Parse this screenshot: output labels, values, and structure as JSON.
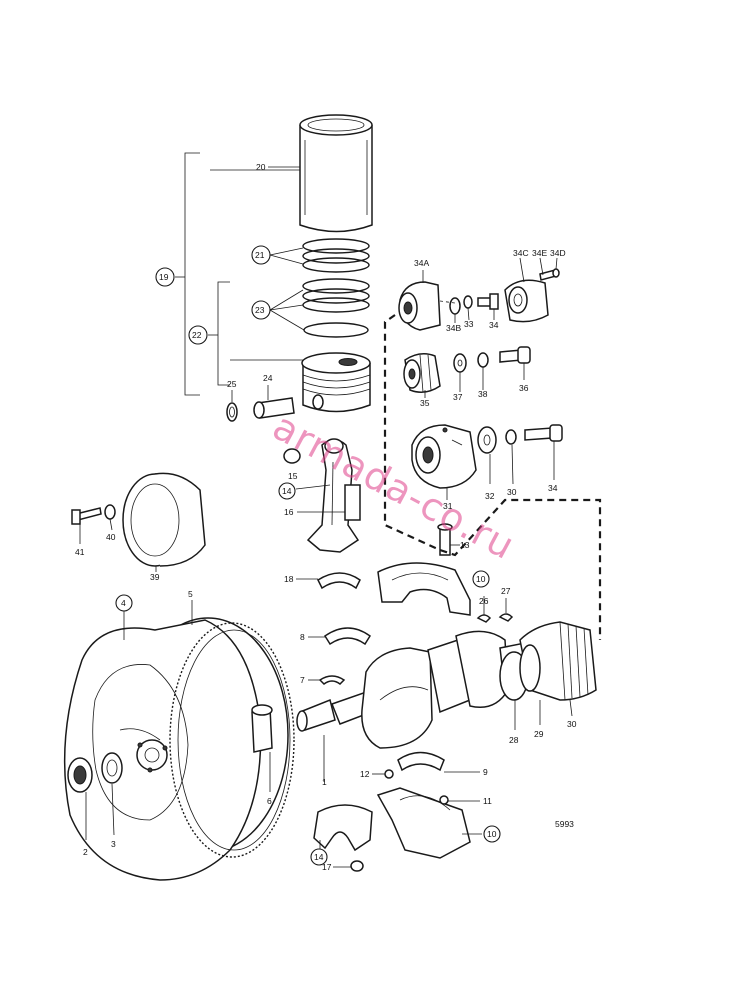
{
  "callouts": {
    "c1": "1",
    "c2": "2",
    "c3": "3",
    "c4": "4",
    "c5": "5",
    "c6": "6",
    "c7": "7",
    "c8": "8",
    "c9": "9",
    "c10a": "10",
    "c10b": "10",
    "c11": "11",
    "c12": "12",
    "c13": "13",
    "c14a": "14",
    "c14b": "14",
    "c15": "15",
    "c16": "16",
    "c17": "17",
    "c18": "18",
    "c19": "19",
    "c20": "20",
    "c21": "21",
    "c22": "22",
    "c23": "23",
    "c24": "24",
    "c25": "25",
    "c26": "26",
    "c27": "27",
    "c28": "28",
    "c29": "29",
    "c30a": "30",
    "c30b": "30",
    "c31": "31",
    "c32": "32",
    "c33": "33",
    "c34a": "34",
    "c34b": "34",
    "c34A": "34A",
    "c34B": "34B",
    "c34C": "34C",
    "c34D": "34D",
    "c34E": "34E",
    "c35": "35",
    "c36": "36",
    "c37": "37",
    "c38": "38",
    "c39": "39",
    "c40": "40",
    "c41": "41"
  },
  "figure_number": "5993",
  "watermark": "armada-co.ru"
}
